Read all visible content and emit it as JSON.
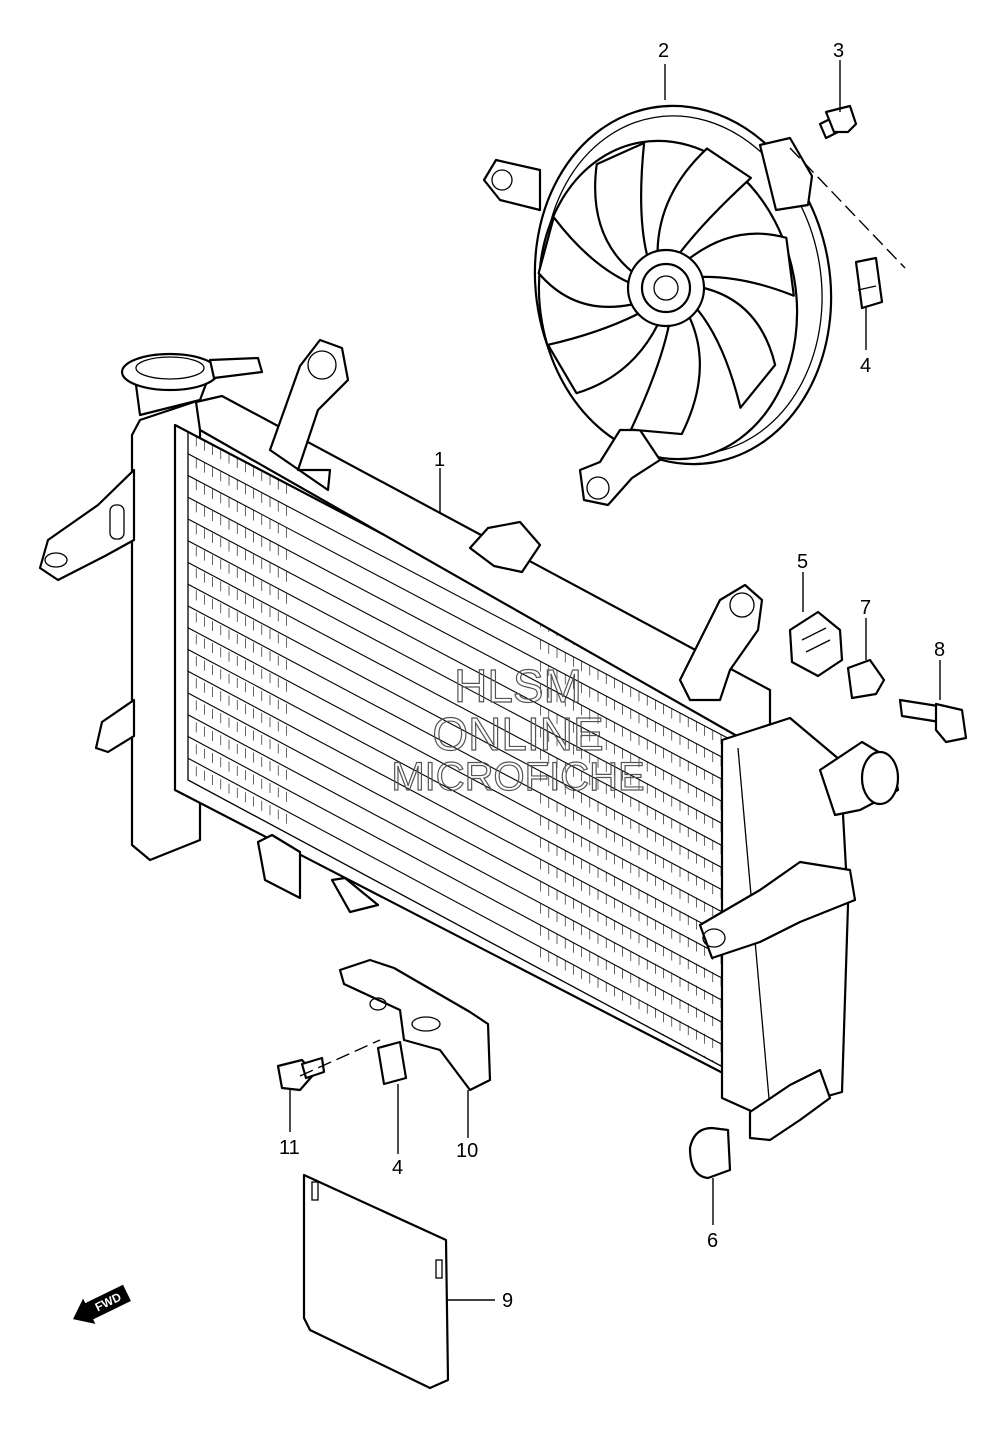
{
  "diagram": {
    "callouts": [
      {
        "id": "1",
        "text": "1"
      },
      {
        "id": "2",
        "text": "2"
      },
      {
        "id": "3",
        "text": "3"
      },
      {
        "id": "4a",
        "text": "4"
      },
      {
        "id": "5",
        "text": "5"
      },
      {
        "id": "7",
        "text": "7"
      },
      {
        "id": "8",
        "text": "8"
      },
      {
        "id": "11",
        "text": "11"
      },
      {
        "id": "4b",
        "text": "4"
      },
      {
        "id": "10",
        "text": "10"
      },
      {
        "id": "6",
        "text": "6"
      },
      {
        "id": "9",
        "text": "9"
      }
    ],
    "watermark": {
      "line1": "HLSM",
      "line2": "ONLINE",
      "line3": "MICROFICHE"
    },
    "direction_arrow": {
      "label": "FWD",
      "icon": "forward-arrow-icon"
    }
  }
}
